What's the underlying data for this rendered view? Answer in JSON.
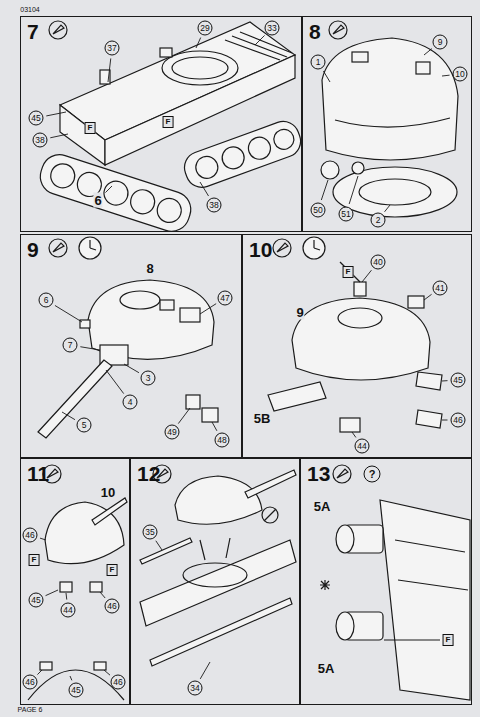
{
  "diagram": {
    "nodes": [
      {
        "text": [
          "7"
        ]
      },
      {
        "text": [
          "8"
        ]
      },
      {
        "text": [
          "9"
        ]
      },
      {
        "text": [
          "10"
        ]
      },
      {
        "text": [
          "11"
        ]
      },
      {
        "text": [
          "12"
        ]
      },
      {
        "text": [
          "13"
        ]
      }
    ],
    "labels": [
      "03104",
      "37",
      "29",
      "33",
      "45",
      "38",
      "F",
      "6",
      "F",
      "38",
      "9",
      "10",
      "1",
      "50",
      "51",
      "2",
      "8",
      "6",
      "7",
      "47",
      "3",
      "4",
      "5",
      "49",
      "48",
      "40",
      "F",
      "41",
      "9",
      "45",
      "46",
      "5B",
      "44",
      "10",
      "46",
      "F",
      "45",
      "44",
      "F",
      "46",
      "46",
      "45",
      "46",
      "35",
      "34",
      "?",
      "5A",
      "5A",
      "F",
      "PAGE 6"
    ]
  }
}
